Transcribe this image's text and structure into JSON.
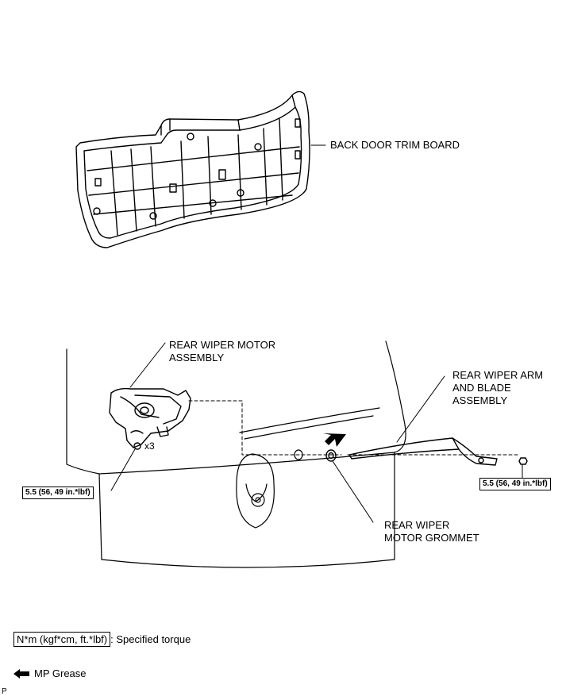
{
  "labels": {
    "trim_board": "BACK DOOR TRIM BOARD",
    "motor_line1": "REAR WIPER MOTOR",
    "motor_line2": "ASSEMBLY",
    "arm_line1": "REAR WIPER ARM",
    "arm_line2": "AND BLADE",
    "arm_line3": "ASSEMBLY",
    "grommet_line1": "REAR WIPER",
    "grommet_line2": "MOTOR GROMMET",
    "quantity": "x3"
  },
  "torque": {
    "motor": "5.5 (56, 49 in.*lbf)",
    "arm": "5.5 (56, 49 in.*lbf)"
  },
  "legend": {
    "torque_unit": "N*m (kgf*cm, ft.*lbf)",
    "torque_desc": ": Specified torque",
    "grease_desc": "MP Grease"
  },
  "page_marker": "P",
  "icons": [
    "arrow-left-icon"
  ]
}
